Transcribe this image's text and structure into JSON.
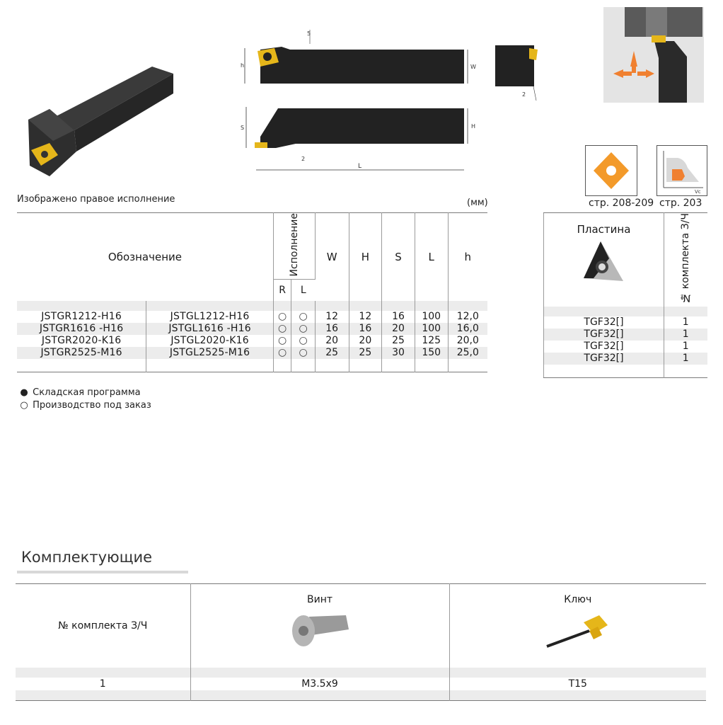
{
  "caption": "Изображено правое исполнение",
  "units": "(мм)",
  "refs": {
    "insert_page": "стр. 208-209",
    "cutting_page": "стр. 203",
    "vc_label": "Vc"
  },
  "dims": {
    "h": "h",
    "W": "W",
    "S": "S",
    "H": "H",
    "L": "L",
    "two": "2",
    "five": "5"
  },
  "main_table": {
    "header": {
      "designation": "Обозначение",
      "version": "Исполнение",
      "R": "R",
      "L": "L",
      "cols": [
        "W",
        "H",
        "S",
        "L",
        "h"
      ]
    },
    "rows": [
      {
        "right": "JSTGR1212-H16",
        "left": "JSTGL1212-H16",
        "r": "○",
        "l": "○",
        "W": "12",
        "H": "12",
        "S": "16",
        "L": "100",
        "h": "12,0"
      },
      {
        "right": "JSTGR1616 -H16",
        "left": "JSTGL1616 -H16",
        "r": "○",
        "l": "○",
        "W": "16",
        "H": "16",
        "S": "20",
        "L": "100",
        "h": "16,0"
      },
      {
        "right": "JSTGR2020-K16",
        "left": "JSTGL2020-K16",
        "r": "○",
        "l": "○",
        "W": "20",
        "H": "20",
        "S": "25",
        "L": "125",
        "h": "20,0"
      },
      {
        "right": "JSTGR2525-M16",
        "left": "JSTGL2525-M16",
        "r": "○",
        "l": "○",
        "W": "25",
        "H": "25",
        "S": "30",
        "L": "150",
        "h": "25,0"
      }
    ]
  },
  "insert_table": {
    "header": {
      "insert": "Пластина",
      "kit": "№ комплекта З/Ч"
    },
    "rows": [
      {
        "insert": "TGF32[]",
        "kit": "1"
      },
      {
        "insert": "TGF32[]",
        "kit": "1"
      },
      {
        "insert": "TGF32[]",
        "kit": "1"
      },
      {
        "insert": "TGF32[]",
        "kit": "1"
      }
    ]
  },
  "legend": {
    "stock": {
      "mark": "●",
      "text": "Складская программа"
    },
    "order": {
      "mark": "○",
      "text": "Производство под заказ"
    }
  },
  "accessories": {
    "title": "Комплектующие",
    "header": {
      "kit": "№ комплекта З/Ч",
      "screw": "Винт",
      "key": "Ключ"
    },
    "row": {
      "kit": "1",
      "screw": "M3.5x9",
      "key": "T15"
    }
  },
  "colors": {
    "insert_orange": "#f39a2a",
    "arrow_orange": "#f08030",
    "tool_dark": "#2b2b2b",
    "insert_gold": "#e6b800"
  }
}
